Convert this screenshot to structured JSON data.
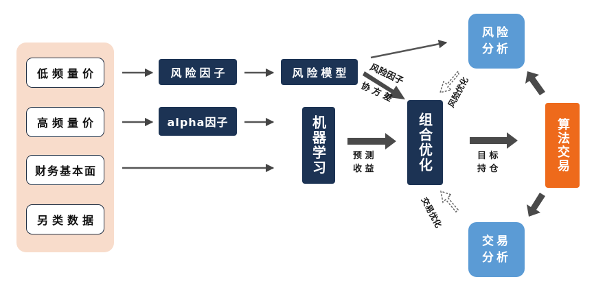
{
  "sources": [
    "低频量价",
    "高频量价",
    "财务基本面",
    "另类数据"
  ],
  "nodes": {
    "risk_factor": "风险因子",
    "alpha_factor": "alpha因子",
    "risk_model": "风险模型",
    "ml": "机器学习",
    "portfolio": "组合优化",
    "risk_analysis_1": "风险",
    "risk_analysis_2": "分析",
    "algo_trading": "算法交易",
    "trade_analysis_1": "交易",
    "trade_analysis_2": "分析"
  },
  "edge_labels": {
    "risk_factor_1": "风险因子",
    "risk_factor_2": "协 方 差",
    "pred_1": "预 测",
    "pred_2": "收 益",
    "target_1": "目 标",
    "target_2": "持 仓",
    "risk_opt": "风险优化",
    "trade_opt": "交易优化"
  },
  "colors": {
    "dark_navy": "#1c3354",
    "blue": "#5b9bd5",
    "orange": "#ee6a1b",
    "panel": "#f8dccb",
    "arrow": "#3a3a3a"
  }
}
